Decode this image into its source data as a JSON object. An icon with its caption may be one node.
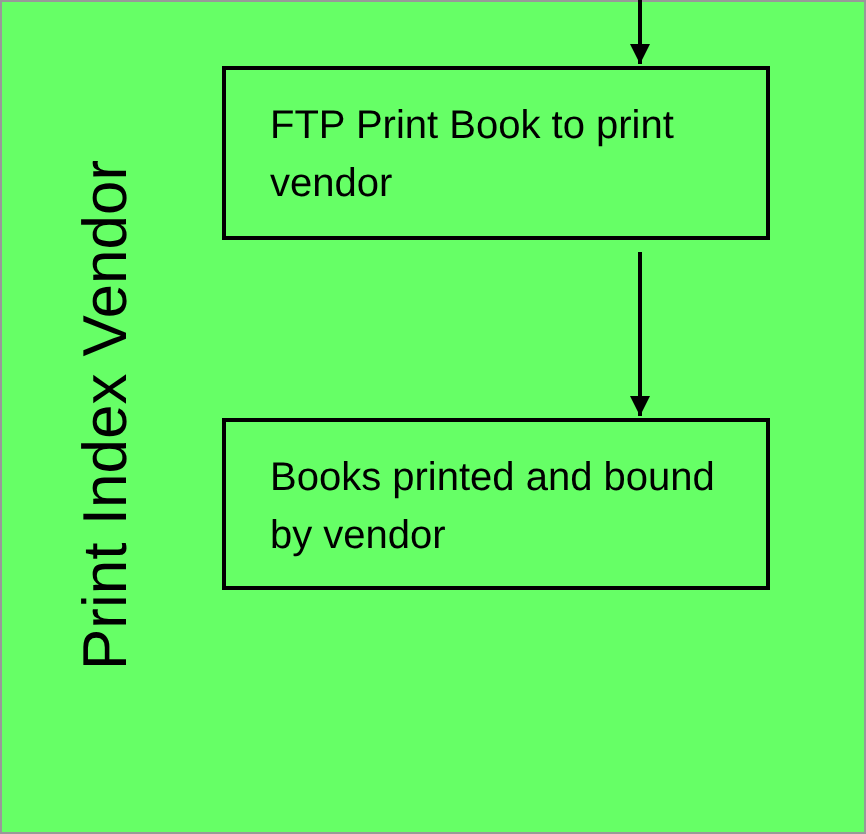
{
  "diagram": {
    "nodes": [
      {
        "text": [
          "Print Index Vendor"
        ]
      },
      {
        "text": [
          "FTP Print Book to print vendor"
        ],
        "in": 0
      },
      {
        "text": [
          "Books printed and bound by vendor"
        ],
        "in": 0
      }
    ],
    "edges": [
      {
        "from": null,
        "to": 1,
        "arrow": "to"
      },
      {
        "from": 1,
        "to": 2,
        "arrow": "to"
      }
    ]
  }
}
